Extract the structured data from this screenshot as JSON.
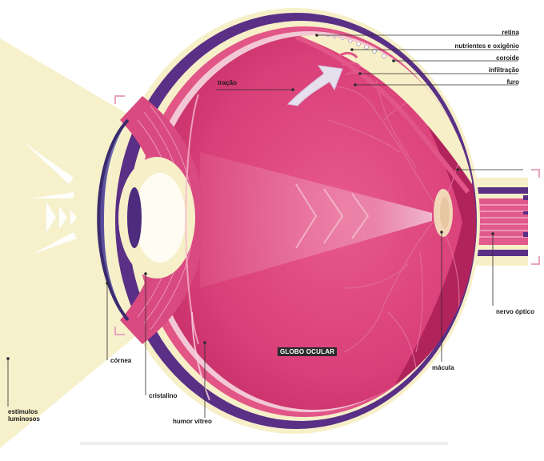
{
  "diagram": {
    "labels": {
      "retina": "retina",
      "nutrientes": "nutrientes e oxigênio",
      "coroide": "coroide",
      "infiltracao": "infiltração",
      "furo": "furo",
      "tracao": "tração",
      "nervo_optico": "nervo óptico",
      "macula": "mácula",
      "cornea": "córnea",
      "cristalino": "cristalino",
      "humor_vitreo": "humor vítreo",
      "estimulos_1": "estímulos",
      "estimulos_2": "luminosos",
      "globo_ocular": "GLOBO OCULAR"
    }
  },
  "colors": {
    "sclera_purple": "#5a2f86",
    "cream": "#f6efc8",
    "vitreous_pink": "#d93f78",
    "retina_dark": "#a81f56",
    "light_beam": "#f5efcf",
    "corner_marks": "#e8a4bf"
  }
}
